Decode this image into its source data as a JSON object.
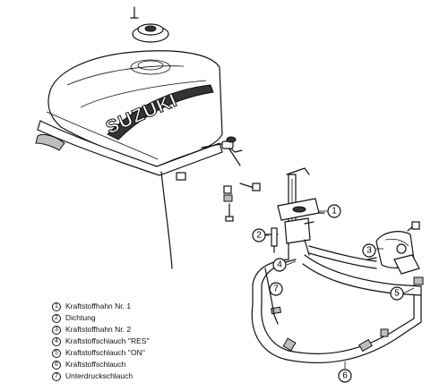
{
  "diagram": {
    "brand_text": "SUZUKI",
    "callouts": [
      "1",
      "2",
      "3",
      "4",
      "5",
      "6",
      "7"
    ]
  },
  "legend": {
    "items": [
      {
        "num": "1",
        "label": "Kraftstoffhahn Nr. 1"
      },
      {
        "num": "2",
        "label": "Dichtung"
      },
      {
        "num": "3",
        "label": "Kraftstoffhahn Nr. 2"
      },
      {
        "num": "4",
        "label": "Kraftstoffschlauch ''RES''"
      },
      {
        "num": "5",
        "label": "Kraftstoffschlauch ''ON''"
      },
      {
        "num": "6",
        "label": "Kraftstoffschlauch"
      },
      {
        "num": "7",
        "label": "Unterdruckschlauch"
      }
    ]
  }
}
